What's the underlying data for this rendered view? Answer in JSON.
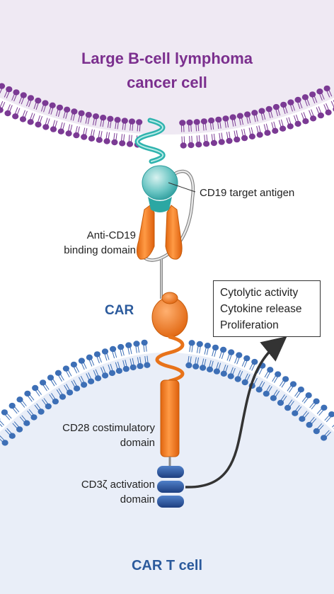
{
  "title": {
    "line1": "Large B-cell lymphoma",
    "line2": "cancer cell"
  },
  "labels": {
    "cd19_target": "CD19 target antigen",
    "anti_cd19_line1": "Anti-CD19",
    "anti_cd19_line2": "binding domain",
    "car": "CAR",
    "cd28_line1": "CD28 costimulatory",
    "cd28_line2": "domain",
    "cd3_line1": "CD3ζ activation",
    "cd3_line2": "domain",
    "car_t_cell": "CAR T cell"
  },
  "effects": [
    "Cytolytic activity",
    "Cytokine release",
    "Proliferation"
  ],
  "colors": {
    "cancer_membrane": "#7b3a94",
    "cancer_bg": "#efe9f3",
    "tcell_membrane": "#3d6fb6",
    "tcell_bg": "#e9eef8",
    "car_orange": "#f07a1e",
    "antigen_teal": "#3fb2b2",
    "cd3_blue": "#284e96",
    "title_purple": "#7b2f8e",
    "title_blue": "#2b5a9c"
  }
}
